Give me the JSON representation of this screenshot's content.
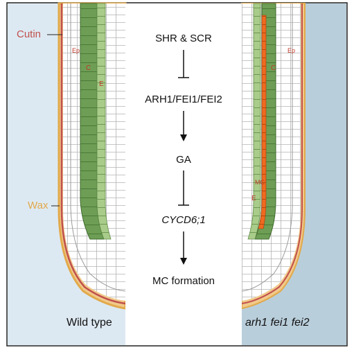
{
  "left_labels": {
    "cutin": "Cutin",
    "wax": "Wax",
    "ep": "Ep",
    "c": "C",
    "e": "E",
    "genotype": "Wild type"
  },
  "right_labels": {
    "ep": "Ep",
    "c": "C",
    "mc": "MC",
    "e": "E",
    "genotype": "arh1 fei1 fei2"
  },
  "pathway": {
    "step1": "SHR & SCR",
    "step2": "ARH1/FEI1/FEI2",
    "step3": "GA",
    "step4": "CYCD6;1",
    "step5": "MC formation"
  },
  "colors": {
    "left_bg": "#dde9f2",
    "right_bg": "#b9cedb",
    "cortex": "#6e9e55",
    "endodermis": "#a9cc8a",
    "middle_cortex": "#ef6a1f",
    "cutin": "#c0504d",
    "wax": "#e2a94a",
    "label_red": "#c0392b"
  }
}
